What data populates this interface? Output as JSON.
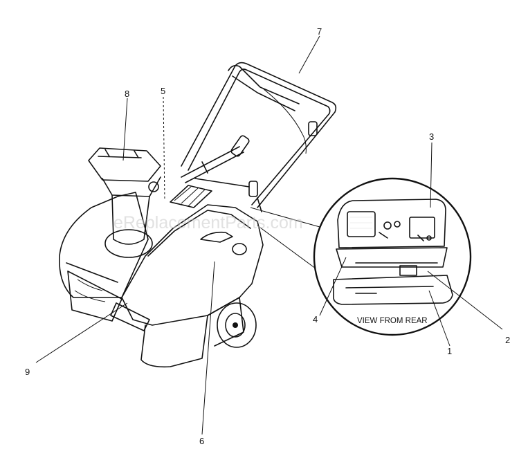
{
  "callouts": {
    "c1": "1",
    "c2": "2",
    "c3": "3",
    "c4": "4",
    "c5": "5",
    "c6": "6",
    "c7": "7",
    "c8": "8",
    "c9": "9"
  },
  "inset_caption": "VIEW FROM REAR",
  "watermark": "eReplacementParts.com",
  "colors": {
    "line": "#111111",
    "body_fill": "#dcdcdc",
    "body_shade": "#bdbdbd",
    "background": "#ffffff"
  }
}
